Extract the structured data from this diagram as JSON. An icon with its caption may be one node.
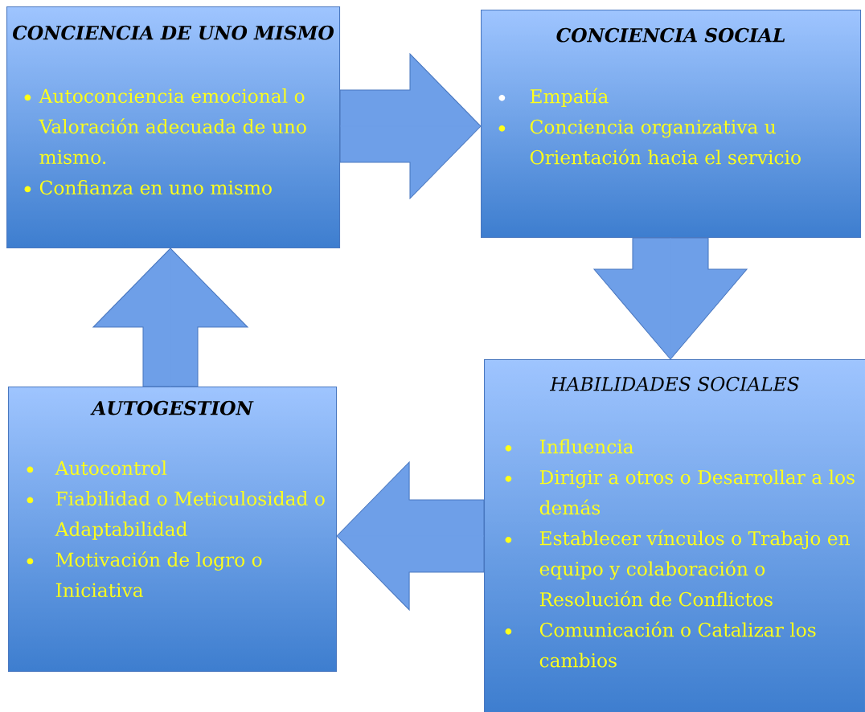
{
  "diagram": {
    "nodes": [
      {
        "text": [
          "CONCIENCIA DE UNO MISMO",
          "Autoconciencia emocional o Valoración adecuada de uno mismo.",
          "Confianza en uno mismo"
        ]
      },
      {
        "text": [
          "CONCIENCIA SOCIAL",
          "Empatía",
          "Conciencia organizativa u Orientación hacia el servicio"
        ]
      },
      {
        "text": [
          "HABILIDADES SOCIALES",
          "Influencia",
          "Dirigir a otros o Desarrollar a los demás",
          "Establecer vínculos o Trabajo en equipo y colaboración o Resolución de Conflictos",
          "Comunicación o Catalizar los cambios"
        ]
      },
      {
        "text": [
          "AUTOGESTION",
          "Autocontrol",
          "Fiabilidad o Meticulosidad o Adaptabilidad",
          "Motivación de logro o Iniciativa"
        ]
      }
    ],
    "edges": [
      {
        "from": 0,
        "to": 1,
        "arrow": "to"
      },
      {
        "from": 1,
        "to": 2,
        "arrow": "to"
      },
      {
        "from": 2,
        "to": 3,
        "arrow": "to"
      },
      {
        "from": 3,
        "to": 0,
        "arrow": "to"
      }
    ]
  }
}
